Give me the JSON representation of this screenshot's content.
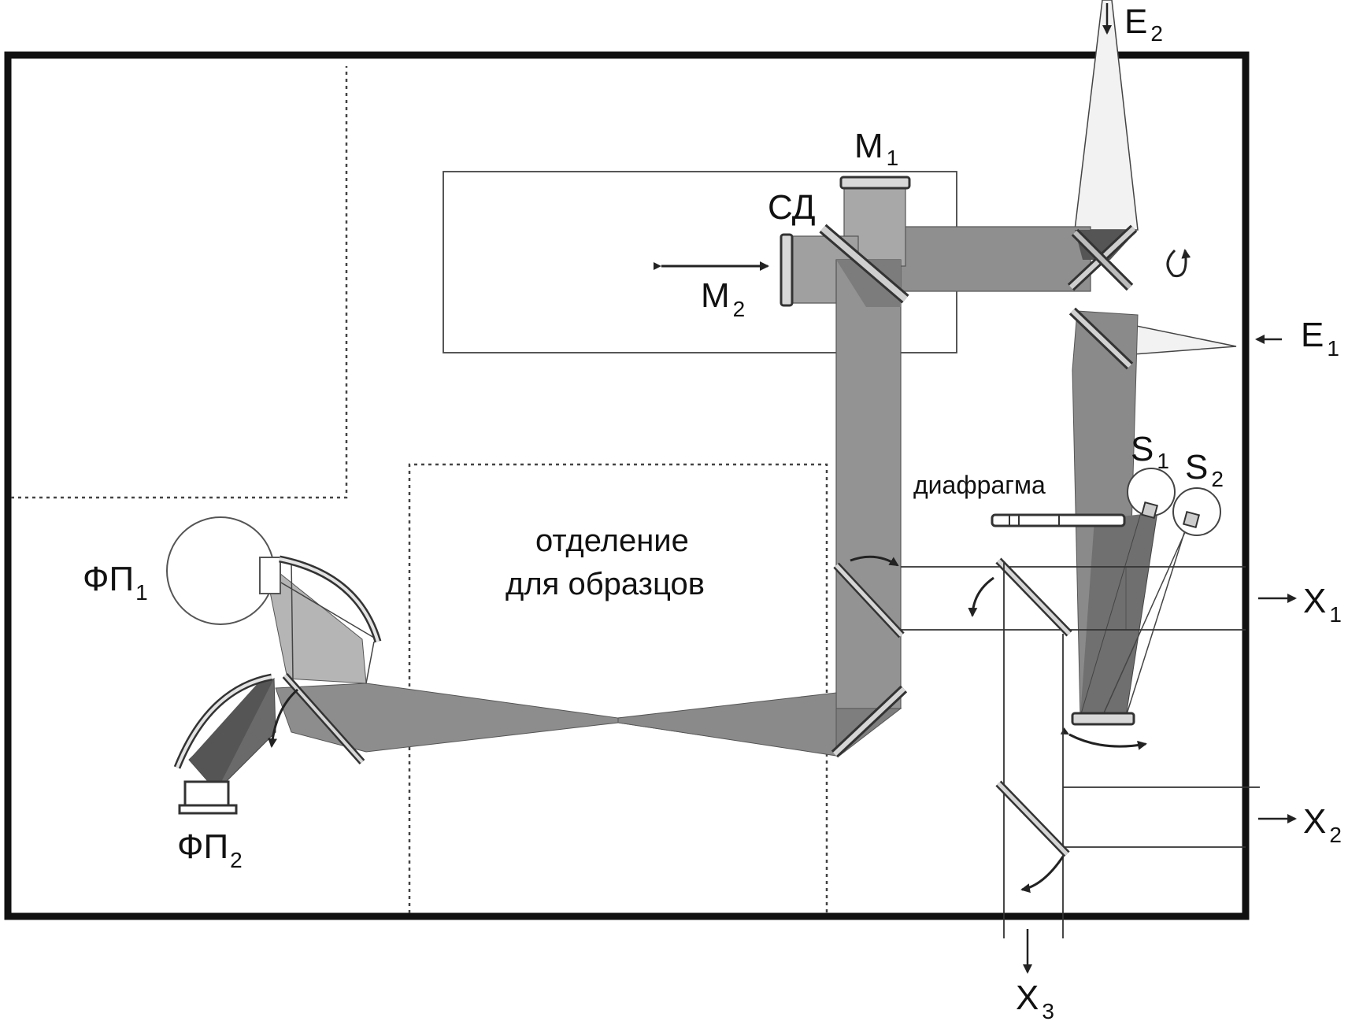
{
  "diagram": {
    "labels": {
      "e2": {
        "main": "E",
        "sub": "2"
      },
      "e1": {
        "main": "E",
        "sub": "1"
      },
      "m1": {
        "main": "M",
        "sub": "1"
      },
      "m2": {
        "main": "M",
        "sub": "2"
      },
      "sd": "СД",
      "s1": {
        "main": "S",
        "sub": "1"
      },
      "s2": {
        "main": "S",
        "sub": "2"
      },
      "diaphragm": "диафрагма",
      "sample_line1": "отделение",
      "sample_line2": "для образцов",
      "fp1": {
        "main": "ФП",
        "sub": "1"
      },
      "fp2": {
        "main": "ФП",
        "sub": "2"
      },
      "x1": {
        "main": "X",
        "sub": "1"
      },
      "x2": {
        "main": "X",
        "sub": "2"
      },
      "x3": {
        "main": "X",
        "sub": "3"
      }
    },
    "colors": {
      "frame": "#111111",
      "beam_dark": "#7a7a7a",
      "beam_mid": "#9c9c9c",
      "beam_light": "#bdbdbd",
      "beam_core": "#5a5a5a",
      "mirror": "#d8d8d8",
      "line": "#333333"
    }
  }
}
